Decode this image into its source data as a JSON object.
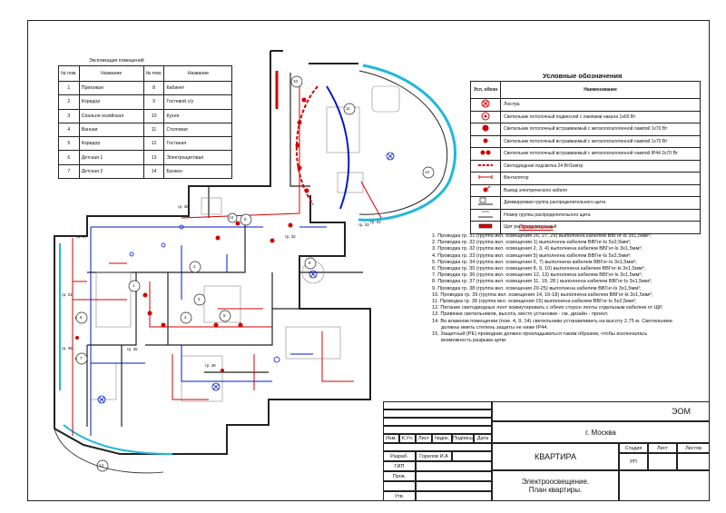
{
  "explication": {
    "title": "Экспликация помещений",
    "headers": [
      "№ пом.",
      "Название",
      "№ пом.",
      "Название"
    ],
    "rows": [
      [
        "1",
        "Прихожая",
        "8",
        "Кабинет"
      ],
      [
        "2",
        "Коридор",
        "9",
        "Гостевой с/у"
      ],
      [
        "3",
        "Спальня хозяйская",
        "10",
        "Кухня"
      ],
      [
        "4",
        "Ванная",
        "11",
        "Столовая"
      ],
      [
        "5",
        "Коридор",
        "12",
        "Гостиная"
      ],
      [
        "6",
        "Детская 1",
        "13",
        "Электрощитовая"
      ],
      [
        "7",
        "Детская 2",
        "14",
        "Балкон"
      ]
    ]
  },
  "legend": {
    "title": "Условные обозначения",
    "header_symbol": "Усл. обозн",
    "header_name": "Наименование",
    "items": [
      {
        "icon": "chandelier-icon",
        "text": "Люстра"
      },
      {
        "icon": "pendant-light-icon",
        "text": "Светильник потолочный подвесной с лампами накала 1х60 Вт"
      },
      {
        "icon": "recessed-light-icon",
        "text": "Светильник потолочный встраиваемый с металлогалогенной лампой 1х70 Вт"
      },
      {
        "icon": "recessed-light-small-icon",
        "text": "Светильник потолочный встраиваемый с металлогалогенной лампой 1х70 Вт"
      },
      {
        "icon": "recessed-light-ip44-icon",
        "text": "Светильник потолочный встраиваемый с металлогалогенной лампой IP44 2х70 Вт"
      },
      {
        "icon": "led-strip-icon",
        "text": "Светодиодная подсветка 24 Вт/1метр"
      },
      {
        "icon": "fan-icon",
        "text": "Вентилятор"
      },
      {
        "icon": "cable-outlet-icon",
        "text": "Вывод электрического кабеля"
      },
      {
        "icon": "dimmer-group-icon",
        "text": "Диммируемая группа распределительного щита"
      },
      {
        "icon": "group-number-icon",
        "text": "Номер группы распределительного щита"
      },
      {
        "icon": "distribution-board-icon",
        "text": "Щит распределительный"
      }
    ]
  },
  "notes": {
    "title": "Примечание",
    "lines": [
      "1. Проводка гр. 31 (группа вкл. освещения 26, 27, 29) выполнена кабелем ВВГнг-ls 3х1,5мм²;",
      "2. Проводка гр. 32 (группа вкл. освещения 1) выполнена кабелем ВВГнг-ls 5х2,5мм²;",
      "3. Проводка гр. 32 (группа вкл. освещения 2, 3, 4) выполнена кабелем ВВГнг-ls 3х1,5мм²;",
      "4. Проводка гр. 33 (группа вкл. освещения 5) выполнена кабелем ВВГнг-ls 5х2,5мм²;",
      "5. Проводка гр. 34 (группа вкл. освещения 6, 7) выполнена кабелем ВВГнг-ls 3х1,5мм²;",
      "6. Проводка гр. 35 (группа вкл. освещения 8, 9, 10) выполнена кабелем ВВГнг-ls 3х1,5мм²;",
      "7. Проводка гр. 36 (группа вкл. освещения 12, 13) выполнена кабелем ВВГнг-ls 3х1,5мм²;",
      "8. Проводка гр. 37 (группа вкл. освещения 11, 19, 28 ) выполнена кабелем ВВГнг-ls 3х1,5мм²;",
      "9. Проводка гр. 38 (группа вкл. освещения 20-25) выполнена кабелем ВВГнг-ls 3х1,5мм²;",
      "10. Проводка гр. 39 (группа вкл. освещения 14, 16-18) выполнена кабелем ВВГнг-ls 3х1,5мм²;",
      "11. Проводка гр. 39 (группа вкл. освещения 15) выполнена кабелем ВВГнг-ls 5х2,5мм²;",
      "12. Питание светодиодных лент коммутировать с обеих сторон ленты отдельным кабелем от ЩР.",
      "13. Привязки светильников, высота, место установки - см. дизайн - проект.",
      "14. Во влажном помещении (пом. 4, 9, 14) светильники устанавливать на высоту 2,75 м. Светильники",
      "должны иметь степень защиты не ниже IP44.",
      "15. Защитный (PE) проводник должен прокладываться таким образом, чтобы исключалась",
      "возможность разрыва цепи."
    ]
  },
  "stamp": {
    "code": "ЭОМ",
    "city": "г. Москва",
    "col_headers": [
      "Изм.",
      "К.Уч.",
      "Лист",
      "№док.",
      "Подпись",
      "Дата"
    ],
    "role_razrab": "Разраб.",
    "name_razrab": "Горелов И.А",
    "role_gip": "ГИП",
    "role_prov": "Пров.",
    "role_utv": "Утв.",
    "object": "КВАРТИРА",
    "stage_label": "Стадия",
    "stage_value": "РП",
    "sheet_label": "Лист",
    "sheets_label": "Листов",
    "title_line1": "Электроосвещение.",
    "title_line2": "План квартиры."
  },
  "plan": {
    "room_numbers": [
      "1",
      "2",
      "3",
      "4",
      "5",
      "6",
      "7",
      "8",
      "9",
      "10",
      "11",
      "12",
      "13",
      "14"
    ],
    "group_labels": [
      "гр. 31",
      "гр. 32",
      "гр. 33",
      "гр. 34",
      "гр. 35",
      "гр. 36",
      "гр. 37",
      "гр. 38",
      "гр. 39"
    ],
    "colors": {
      "wall": "#222222",
      "red": "#d40000",
      "blue": "#0018c8",
      "glass": "#20b8d8"
    }
  }
}
